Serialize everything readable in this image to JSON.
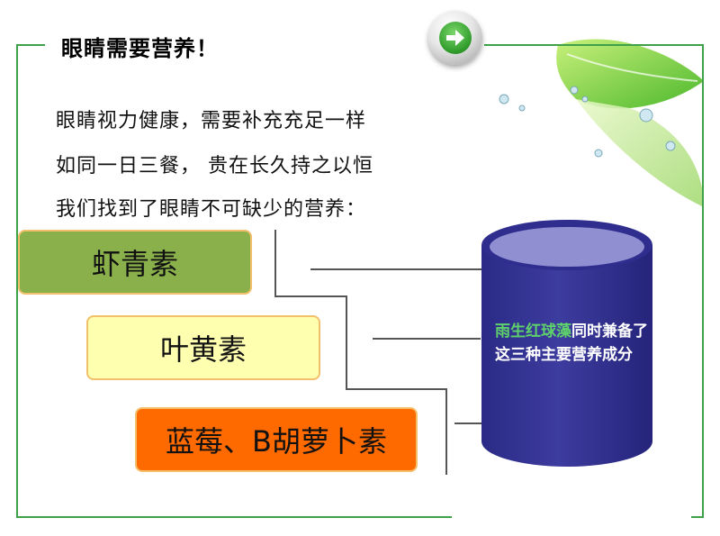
{
  "title": "眼睛需要营养！",
  "intro": {
    "line1": "眼睛视力健康，需要补充充足一样",
    "line2": "如同一日三餐， 贵在长久持之以恒",
    "line3": "我们找到了眼睛不可缺少的营养："
  },
  "nutrients": {
    "item1": "虾青素",
    "item2": "叶黄素",
    "item3": "蓝莓、B胡萝卜素"
  },
  "cylinder": {
    "highlight": "雨生红球藻",
    "text": "同时兼备了这三种主要营养成分"
  },
  "colors": {
    "frame": "#3fa14a",
    "box1": "#8ab04c",
    "box2": "#ffffb0",
    "box3": "#ff6a00",
    "cylinder": "#3b3a9a",
    "highlight": "#5fd16a"
  },
  "icons": {
    "next": "arrow-right-icon",
    "decor": "leaf-icon"
  }
}
